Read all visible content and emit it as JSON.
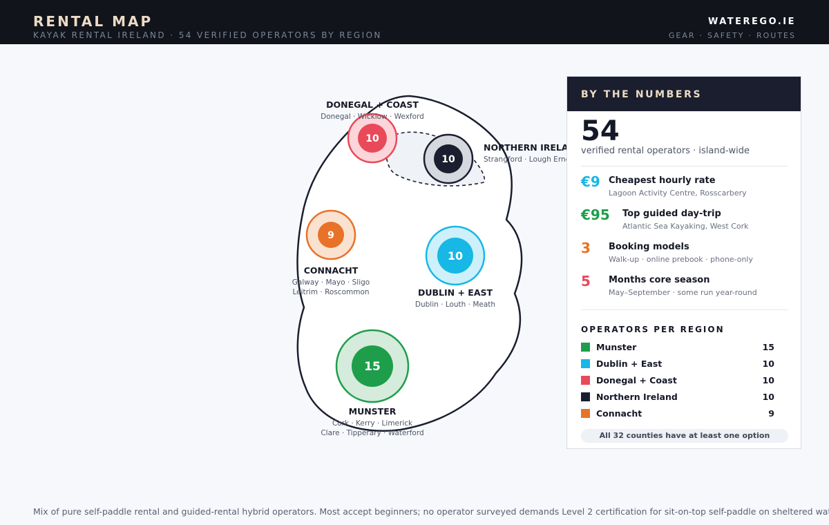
{
  "header": {
    "title": "RENTAL MAP",
    "subtitle": "KAYAK RENTAL IRELAND · 54 VERIFIED OPERATORS BY REGION",
    "site": "WATEREGO.IE",
    "nav": [
      "GEAR",
      "·",
      "SAFETY",
      "·",
      "ROUTES"
    ]
  },
  "colors": {
    "munster": "#1e9e4a",
    "dublin_east": "#17b7e6",
    "donegal_coast": "#e84a5a",
    "northern_ireland": "#1b1e2e",
    "connacht": "#e87228",
    "panel_header": "#1b1e2e",
    "top_bar": "#11141b"
  },
  "regions": [
    {
      "key": "donegal",
      "name": "DONEGAL + COAST",
      "count": "10",
      "counties": [
        "Donegal · Wicklow · Wexford"
      ],
      "color": "#e84a5a"
    },
    {
      "key": "ni",
      "name": "NORTHERN IRELAND",
      "count": "10",
      "counties": [
        "Strangford · Lough Erne"
      ],
      "color": "#1b1e2e"
    },
    {
      "key": "connacht",
      "name": "CONNACHT",
      "count": "9",
      "counties": [
        "Galway · Mayo · Sligo",
        "Leitrim · Roscommon"
      ],
      "color": "#e87228"
    },
    {
      "key": "dublin",
      "name": "DUBLIN + EAST",
      "count": "10",
      "counties": [
        "Dublin · Louth · Meath"
      ],
      "color": "#17b7e6"
    },
    {
      "key": "munster",
      "name": "MUNSTER",
      "count": "15",
      "counties": [
        "Cork · Kerry · Limerick",
        "Clare · Tipperary · Waterford"
      ],
      "color": "#1e9e4a"
    }
  ],
  "panel": {
    "title": "BY THE NUMBERS",
    "total": "54",
    "total_caption": "verified rental operators · island-wide",
    "stats": [
      {
        "value": "€9",
        "label": "Cheapest hourly rate",
        "sub": "Lagoon Activity Centre, Rosscarbery",
        "color": "#17b7e6"
      },
      {
        "value": "€95",
        "label": "Top guided day-trip",
        "sub": "Atlantic Sea Kayaking, West Cork",
        "color": "#1e9e4a"
      },
      {
        "value": "3",
        "label": "Booking models",
        "sub": "Walk-up · online prebook · phone-only",
        "color": "#e87228"
      },
      {
        "value": "5",
        "label": "Months core season",
        "sub": "May–September · some run year-round",
        "color": "#e84a5a"
      }
    ],
    "regions_title": "OPERATORS PER REGION",
    "region_list": [
      {
        "name": "Munster",
        "count": "15",
        "color": "#1e9e4a"
      },
      {
        "name": "Dublin + East",
        "count": "10",
        "color": "#17b7e6"
      },
      {
        "name": "Donegal + Coast",
        "count": "10",
        "color": "#e84a5a"
      },
      {
        "name": "Northern Ireland",
        "count": "10",
        "color": "#1b1e2e"
      },
      {
        "name": "Connacht",
        "count": "9",
        "color": "#e87228"
      }
    ],
    "pill": "All 32 counties have at least one option"
  },
  "footnote": "Mix of pure self-paddle rental and guided-rental hybrid operators. Most accept beginners; no operator surveyed demands Level 2 certification for sit-on-top self-paddle on sheltered water."
}
